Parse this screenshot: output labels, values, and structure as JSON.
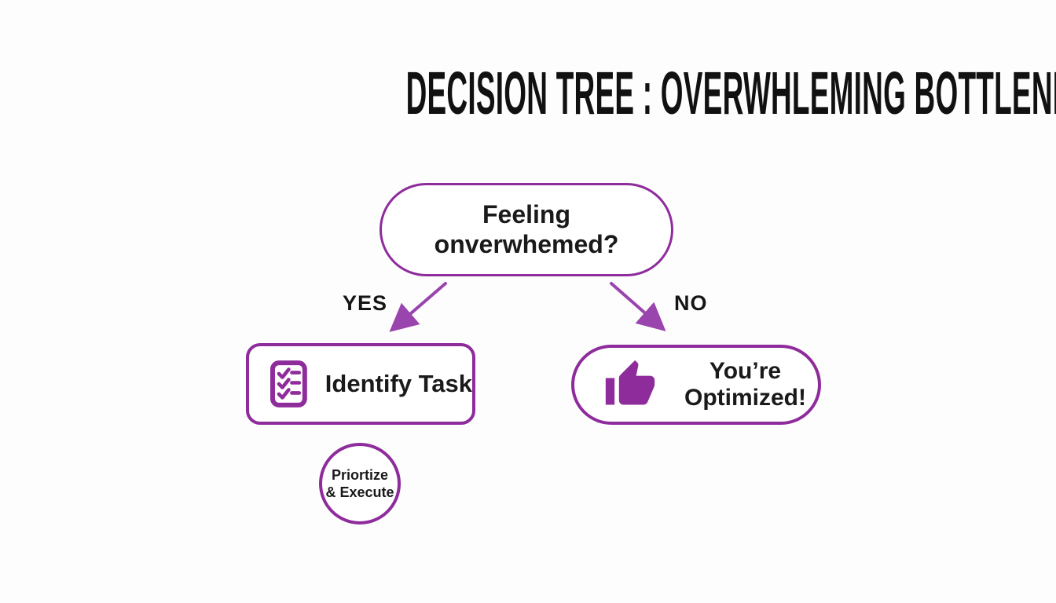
{
  "title": "DECISION TREE : OVERWHLEMING BOTTLENECCKS",
  "colors": {
    "accent": "#8E2C9C",
    "arrow": "#9A44AE",
    "text": "#1A1A1A",
    "background": "#FDFDFD"
  },
  "question": {
    "line1": "Feeling",
    "line2": "onverwhemed?"
  },
  "branches": {
    "yes": "YES",
    "no": "NO"
  },
  "nodes": {
    "identify": {
      "label": "Identify Task",
      "icon": "checklist-icon"
    },
    "optimized": {
      "line1": "You’re",
      "line2": "Optimized!",
      "icon": "thumbs-up-icon"
    },
    "prioritize": {
      "line1": "Priortize",
      "line2": "& Execute"
    }
  }
}
